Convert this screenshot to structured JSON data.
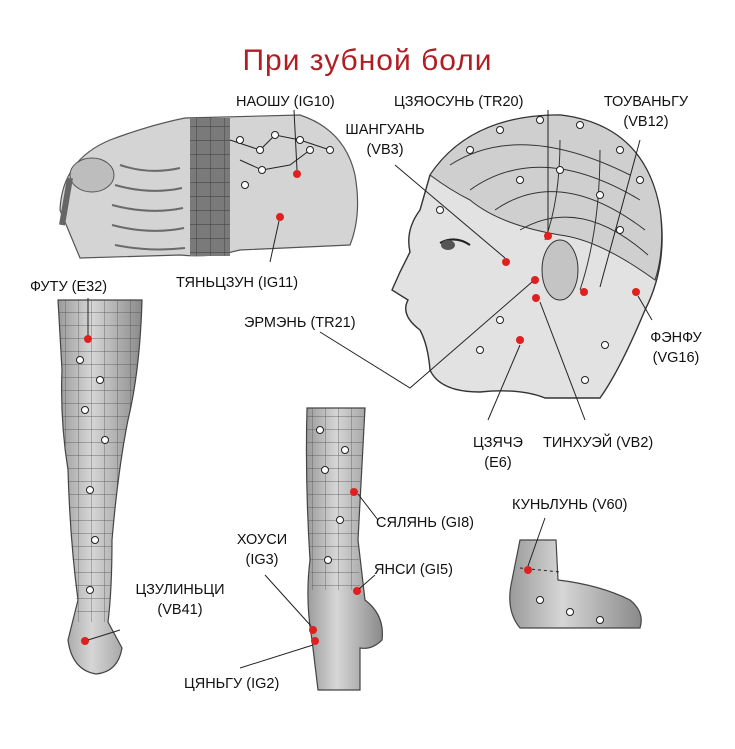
{
  "title": "При зубной боли",
  "colors": {
    "point": "#e0201e",
    "title": "#b01e23",
    "line": "#222222",
    "grid": "#333333"
  },
  "labels": {
    "naoshu": "НАОШУ (IG10)",
    "tszyaosun": "ЦЗЯОСУНЬ (TR20)",
    "touvangu_1": "ТОУВАНЬГУ",
    "touvangu_2": "(VB12)",
    "shanguan_1": "ШАНГУАНЬ",
    "shanguan_2": "(VB3)",
    "tyantszun": "ТЯНЬЦЗУН (IG11)",
    "futu": "ФУТУ (Е32)",
    "ermen": "ЭРМЭНЬ (TR21)",
    "fenfu_1": "ФЭНФУ",
    "fenfu_2": "(VG16)",
    "tszyache_1": "ЦЗЯЧЭ",
    "tszyache_2": "(Е6)",
    "tinhuey": "ТИНХУЭЙ (VB2)",
    "kunlun": "КУНЬЛУНЬ (V60)",
    "syalyan": "СЯЛЯНЬ (GI8)",
    "housi_1": "ХОУСИ",
    "housi_2": "(IG3)",
    "yansi": "ЯНСИ (GI5)",
    "tszulintsi_1": "ЦЗУЛИНЬЦИ",
    "tszulintsi_2": "(VB41)",
    "tsyangu": "ЦЯНЬГУ (IG2)"
  }
}
